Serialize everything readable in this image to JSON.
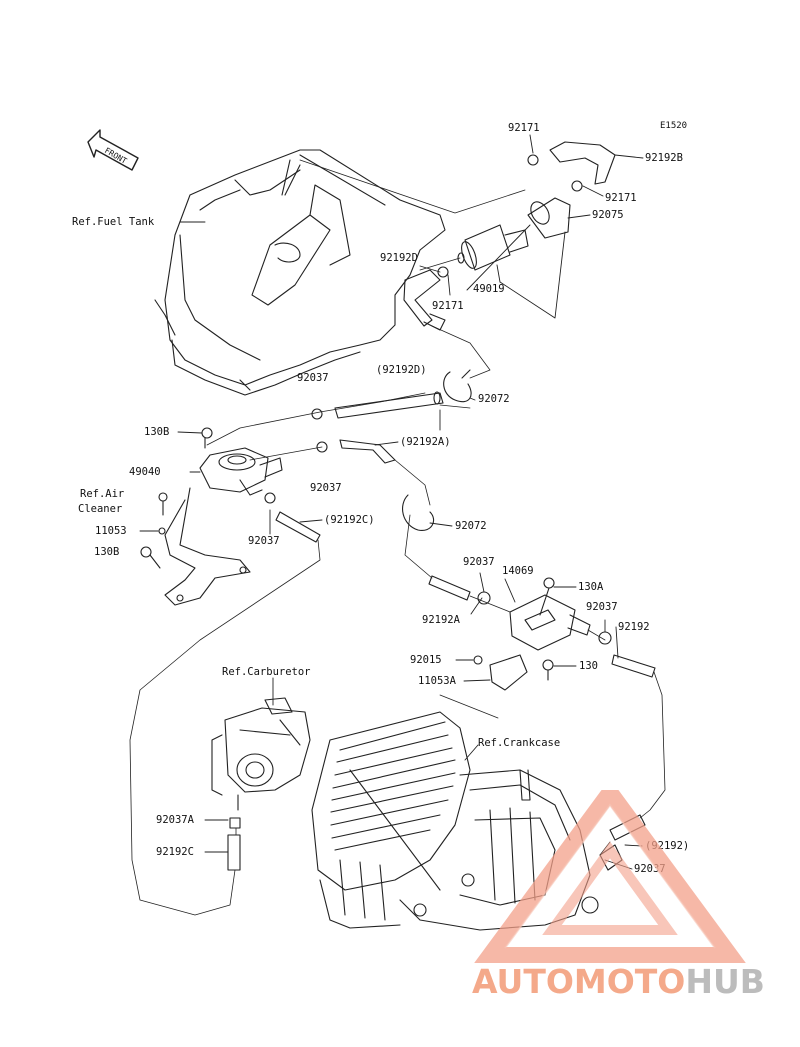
{
  "ref_code": "E1520",
  "front_label": "FRONT",
  "labels": {
    "p92171_top": "92171",
    "p92192B": "92192B",
    "p92171_right": "92171",
    "p92075": "92075",
    "ref_fuel_tank": "Ref.Fuel Tank",
    "p92192D": "92192D",
    "p92171_mid": "92171",
    "p49019": "49019",
    "p92037_a": "92037",
    "p92192D_paren": "(92192D)",
    "p92072_top": "92072",
    "p130B_top": "130B",
    "p92192A_paren": "(92192A)",
    "p49040": "49040",
    "p92037_b": "92037",
    "ref_air_cleaner_1": "Ref.Air",
    "ref_air_cleaner_2": "Cleaner",
    "p11053": "11053",
    "p92037_c": "92037",
    "p92192C_paren": "(92192C)",
    "p130B_bottom": "130B",
    "p92072_mid": "92072",
    "p92037_d": "92037",
    "p14069": "14069",
    "p130A": "130A",
    "p92037_e": "92037",
    "p92192": "92192",
    "p92192A": "92192A",
    "p92015": "92015",
    "p130": "130",
    "p11053A": "11053A",
    "ref_carburetor": "Ref.Carburetor",
    "ref_crankcase": "Ref.Crankcase",
    "p92037A": "92037A",
    "p92192C": "92192C",
    "p92192_paren": "(92192)",
    "p92037_f": "92037"
  },
  "watermark": {
    "part1": "AUTOMOTO",
    "part2": "HUB",
    "color_accent": "#e8431f",
    "color_gray": "#8a8a8a"
  }
}
